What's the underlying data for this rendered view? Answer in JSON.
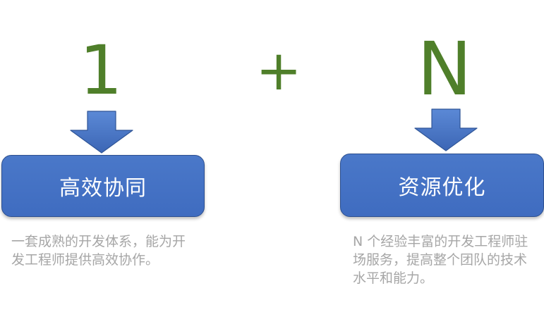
{
  "left": {
    "symbol": "1",
    "box_label": "高效协同",
    "description": "一套成熟的开发体系，能为开发工程师提供高效协作。"
  },
  "operator": {
    "symbol": "+"
  },
  "right": {
    "symbol": "N",
    "box_label": "资源优化",
    "description": "N 个经验丰富的开发工程师驻场服务，提高整个团队的技术水平和能力。"
  },
  "colors": {
    "symbol_green": "#4f7f2a",
    "box_blue": "#4472c4",
    "arrow_blue": "#4a78c9",
    "description_gray": "#a6a6a6"
  }
}
